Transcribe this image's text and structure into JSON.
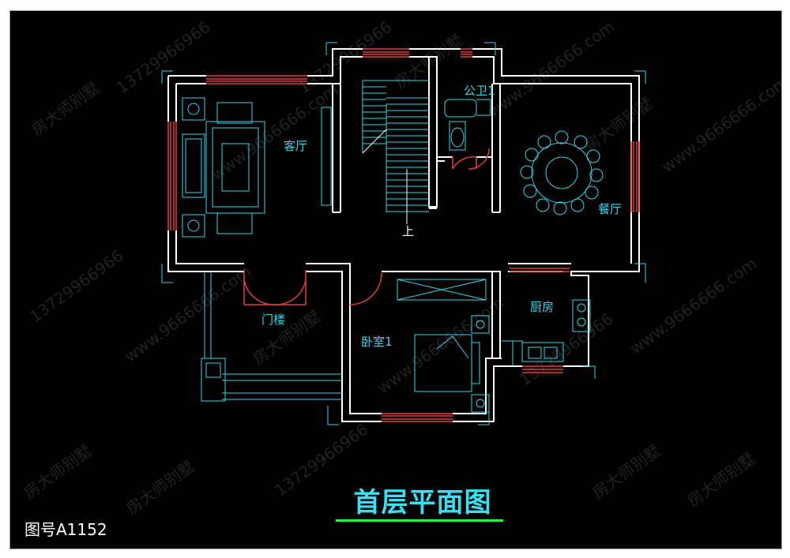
{
  "plan_title": "首层平面图",
  "drawing_number": "图号A1152",
  "watermark_texts": [
    "房大师别墅",
    "13729966966",
    "www.9666666.com"
  ],
  "rooms": {
    "living_room": "客厅",
    "dining_room": "餐厅",
    "bathroom": "公卫1",
    "entrance": "门楼",
    "bedroom": "卧室1",
    "kitchen": "厨房",
    "stair_up": "上"
  },
  "colors": {
    "background": "#000000",
    "wall": "#ffffff",
    "window": "#e23b3b",
    "fixture": "#33d6e8",
    "title": "#39e0f2",
    "title_underline": "#22ff44"
  }
}
